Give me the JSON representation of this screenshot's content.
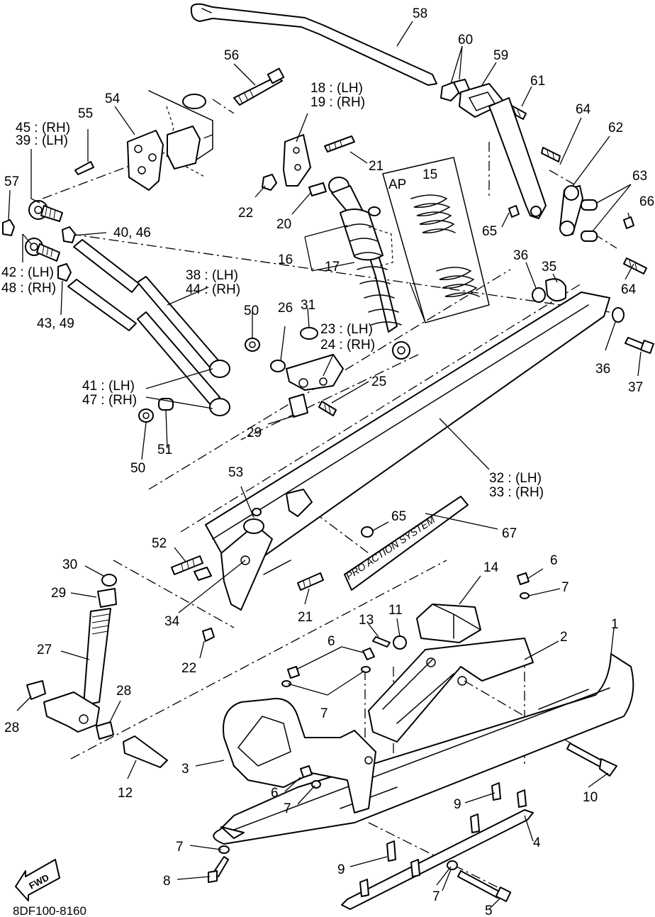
{
  "figure": {
    "code": "8DF100-8160",
    "fwd_label": "FWD",
    "ap_label": "AP",
    "logo_text": "PRO ACTION SYSTEM"
  },
  "labels": [
    {
      "id": "l58",
      "text": "58"
    },
    {
      "id": "l60",
      "text": "60"
    },
    {
      "id": "l59",
      "text": "59"
    },
    {
      "id": "l61",
      "text": "61"
    },
    {
      "id": "l56",
      "text": "56"
    },
    {
      "id": "l54",
      "text": "54"
    },
    {
      "id": "l55",
      "text": "55"
    },
    {
      "id": "l45",
      "text": "45 : (RH)"
    },
    {
      "id": "l39",
      "text": "39 : (LH)"
    },
    {
      "id": "l57",
      "text": "57"
    },
    {
      "id": "l40",
      "text": "40, 46"
    },
    {
      "id": "l42",
      "text": "42 : (LH)"
    },
    {
      "id": "l48",
      "text": "48 : (RH)"
    },
    {
      "id": "l43",
      "text": "43, 49"
    },
    {
      "id": "l18",
      "text": "18 : (LH)"
    },
    {
      "id": "l19",
      "text": "19 : (RH)"
    },
    {
      "id": "l21a",
      "text": "21"
    },
    {
      "id": "l22a",
      "text": "22"
    },
    {
      "id": "l20",
      "text": "20"
    },
    {
      "id": "l15",
      "text": "15"
    },
    {
      "id": "l16",
      "text": "16"
    },
    {
      "id": "l17",
      "text": "17"
    },
    {
      "id": "l64a",
      "text": "64"
    },
    {
      "id": "l62",
      "text": "62"
    },
    {
      "id": "l63",
      "text": "63"
    },
    {
      "id": "l66",
      "text": "66"
    },
    {
      "id": "l65a",
      "text": "65"
    },
    {
      "id": "l64b",
      "text": "64"
    },
    {
      "id": "l36a",
      "text": "36"
    },
    {
      "id": "l35",
      "text": "35"
    },
    {
      "id": "l36b",
      "text": "36"
    },
    {
      "id": "l37",
      "text": "37"
    },
    {
      "id": "l38",
      "text": "38 : (LH)"
    },
    {
      "id": "l44",
      "text": "44 : (RH)"
    },
    {
      "id": "l50a",
      "text": "50"
    },
    {
      "id": "l31",
      "text": "31"
    },
    {
      "id": "l26",
      "text": "26"
    },
    {
      "id": "l23",
      "text": "23 : (LH)"
    },
    {
      "id": "l24",
      "text": "24 : (RH)"
    },
    {
      "id": "l25",
      "text": "25"
    },
    {
      "id": "l41",
      "text": "41 : (LH)"
    },
    {
      "id": "l47",
      "text": "47 : (RH)"
    },
    {
      "id": "l50b",
      "text": "50"
    },
    {
      "id": "l51",
      "text": "51"
    },
    {
      "id": "l29a",
      "text": "29"
    },
    {
      "id": "l32",
      "text": "32 : (LH)"
    },
    {
      "id": "l33",
      "text": "33 : (RH)"
    },
    {
      "id": "l53",
      "text": "53"
    },
    {
      "id": "l65b",
      "text": "65"
    },
    {
      "id": "l67",
      "text": "67"
    },
    {
      "id": "l52",
      "text": "52"
    },
    {
      "id": "l30",
      "text": "30"
    },
    {
      "id": "l29b",
      "text": "29"
    },
    {
      "id": "l34",
      "text": "34"
    },
    {
      "id": "l21b",
      "text": "21"
    },
    {
      "id": "l14",
      "text": "14"
    },
    {
      "id": "l6a",
      "text": "6"
    },
    {
      "id": "l7a",
      "text": "7"
    },
    {
      "id": "l22b",
      "text": "22"
    },
    {
      "id": "l13",
      "text": "13"
    },
    {
      "id": "l11",
      "text": "11"
    },
    {
      "id": "l6b",
      "text": "6"
    },
    {
      "id": "l1",
      "text": "1"
    },
    {
      "id": "l2",
      "text": "2"
    },
    {
      "id": "l27",
      "text": "27"
    },
    {
      "id": "l7b",
      "text": "7"
    },
    {
      "id": "l28a",
      "text": "28"
    },
    {
      "id": "l28b",
      "text": "28"
    },
    {
      "id": "l12",
      "text": "12"
    },
    {
      "id": "l3",
      "text": "3"
    },
    {
      "id": "l10",
      "text": "10"
    },
    {
      "id": "l6c",
      "text": "6"
    },
    {
      "id": "l7c",
      "text": "7"
    },
    {
      "id": "l9a",
      "text": "9"
    },
    {
      "id": "l4",
      "text": "4"
    },
    {
      "id": "l7d",
      "text": "7"
    },
    {
      "id": "l8",
      "text": "8"
    },
    {
      "id": "l9b",
      "text": "9"
    },
    {
      "id": "l7e",
      "text": "7"
    },
    {
      "id": "l5",
      "text": "5"
    }
  ]
}
